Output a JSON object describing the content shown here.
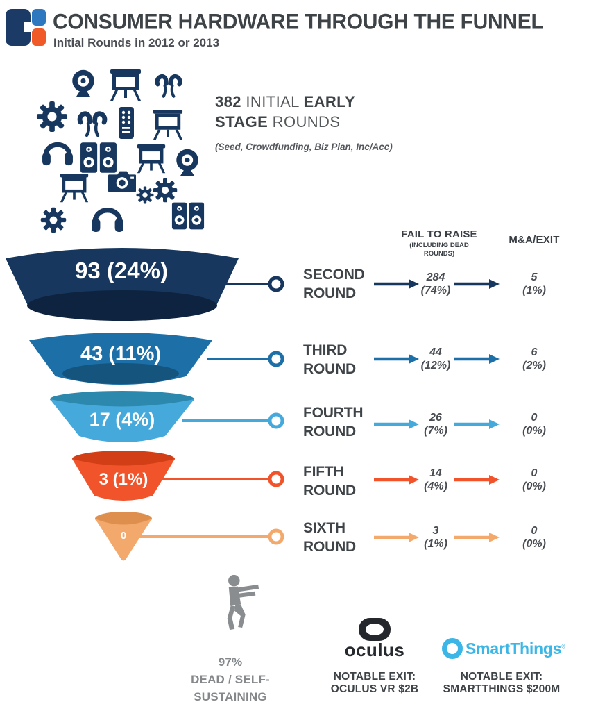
{
  "page": {
    "background": "#FFFFFF"
  },
  "header": {
    "title": "CONSUMER HARDWARE THROUGH THE FUNNEL",
    "subtitle": "Initial Rounds in 2012 or 2013",
    "logo": {
      "navy": "#1B3A66",
      "blue": "#2D78BF",
      "orange": "#F05A28"
    }
  },
  "summary": {
    "seg1": "382",
    "seg2": "INITIAL",
    "seg3": "EARLY",
    "seg4": "STAGE",
    "seg5": "ROUNDS",
    "note": "(Seed, Crowdfunding, Biz Plan, Inc/Acc)"
  },
  "icon_cluster": {
    "color": "#17375E",
    "icons": [
      "webcam",
      "projector-screen",
      "earbuds",
      "gear",
      "earbuds",
      "remote-control",
      "projector-screen",
      "headphones",
      "speakers",
      "projector-screen",
      "webcam",
      "projector-screen",
      "camera",
      "gear",
      "gear",
      "gear",
      "headphones",
      "speakers"
    ]
  },
  "columns": {
    "fail_header": "FAIL TO RAISE",
    "fail_subheader": "(INCLUDING DEAD ROUNDS)",
    "exit_header": "M&A/EXIT"
  },
  "funnel": {
    "rows": [
      {
        "stage_line1": "SECOND",
        "stage_line2": "ROUND",
        "count_label": "93 (24%)",
        "fail_count": "284",
        "fail_pct": "(74%)",
        "exit_count": "5",
        "exit_pct": "(1%)",
        "color": "#17375E",
        "inner_color": "#0D2340"
      },
      {
        "stage_line1": "THIRD",
        "stage_line2": "ROUND",
        "count_label": "43 (11%)",
        "fail_count": "44",
        "fail_pct": "(12%)",
        "exit_count": "6",
        "exit_pct": "(2%)",
        "color": "#1C6FA7",
        "inner_color": "#14547D"
      },
      {
        "stage_line1": "FOURTH",
        "stage_line2": "ROUND",
        "count_label": "17 (4%)",
        "fail_count": "26",
        "fail_pct": "(7%)",
        "exit_count": "0",
        "exit_pct": "(0%)",
        "color": "#45A9DB",
        "inner_color": "#2C88AD"
      },
      {
        "stage_line1": "FIFTH",
        "stage_line2": "ROUND",
        "count_label": "3 (1%)",
        "fail_count": "14",
        "fail_pct": "(4%)",
        "exit_count": "0",
        "exit_pct": "(0%)",
        "color": "#F1532B",
        "inner_color": "#D23F17"
      },
      {
        "stage_line1": "SIXTH",
        "stage_line2": "ROUND",
        "count_label": "0",
        "fail_count": "3",
        "fail_pct": "(1%)",
        "exit_count": "0",
        "exit_pct": "(0%)",
        "color": "#F3A96B",
        "inner_color": "#DE8F4D"
      }
    ]
  },
  "footer": {
    "dead": {
      "line1": "97%",
      "line2": "DEAD / SELF-",
      "line3": "SUSTAINING",
      "color": "#85888B"
    },
    "oculus": {
      "wordmark": "oculus",
      "exit_line1": "NOTABLE EXIT:",
      "exit_line2": "OCULUS VR $2B",
      "brand_color": "#24272C"
    },
    "smartthings": {
      "wordmark": "SmartThings",
      "trademark": "®",
      "exit_line1": "NOTABLE EXIT:",
      "exit_line2": "SMARTTHINGS $200M",
      "brand_color": "#3CB6E6"
    }
  },
  "chart_data": {
    "type": "funnel",
    "title": "CONSUMER HARDWARE THROUGH THE FUNNEL",
    "subtitle": "Initial Rounds in 2012 or 2013",
    "initial": {
      "value": 382,
      "label": "382 INITIAL EARLY STAGE ROUNDS",
      "note": "(Seed, Crowdfunding, Biz Plan, Inc/Acc)"
    },
    "stages": [
      "Second Round",
      "Third Round",
      "Fourth Round",
      "Fifth Round",
      "Sixth Round"
    ],
    "reached": [
      93,
      43,
      17,
      3,
      0
    ],
    "reached_pct": [
      24,
      11,
      4,
      1,
      0
    ],
    "fail_to_raise": [
      284,
      44,
      26,
      14,
      3
    ],
    "fail_to_raise_pct": [
      74,
      12,
      7,
      4,
      1
    ],
    "ma_exit": [
      5,
      6,
      0,
      0,
      0
    ],
    "ma_exit_pct": [
      1,
      2,
      0,
      0,
      0
    ],
    "dead_or_self_sustaining_pct": 97,
    "notable_exits": [
      "Oculus VR $2B",
      "SmartThings $200M"
    ],
    "stage_colors": [
      "#17375E",
      "#1C6FA7",
      "#45A9DB",
      "#F1532B",
      "#F3A96B"
    ]
  }
}
